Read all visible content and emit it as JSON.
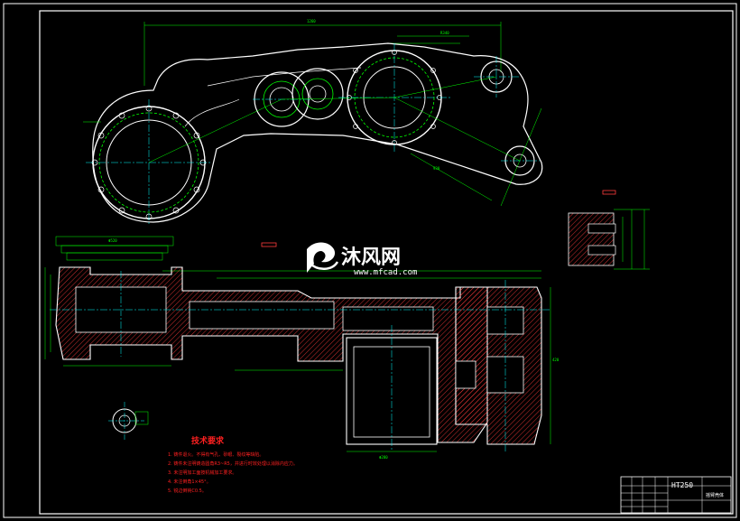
{
  "watermark": {
    "brand_cn": "沐风网",
    "url": "www.mfcad.com"
  },
  "technical_requirements": {
    "title": "技术要求",
    "notes": [
      "1. 铸件退火。不得有气孔、砂眼、裂纹等缺陷。",
      "2. 铸件未注明铸造圆角R3~R5，并进行时效处理以消除内应力。",
      "3. 未注明加工面按机械加工要求。",
      "4. 未注倒角1×45°。",
      "5. 锐边倒钝C0.5。"
    ]
  },
  "title_block": {
    "material": "HT250",
    "drawing_name": "摇臂壳体"
  },
  "colors": {
    "background": "#000000",
    "geometry": "#00ff00",
    "outline": "#ffffff",
    "centerline": "#00ffff",
    "hatch": "#ff3b3b",
    "notes": "#ff2020",
    "border": "#ffffff"
  }
}
